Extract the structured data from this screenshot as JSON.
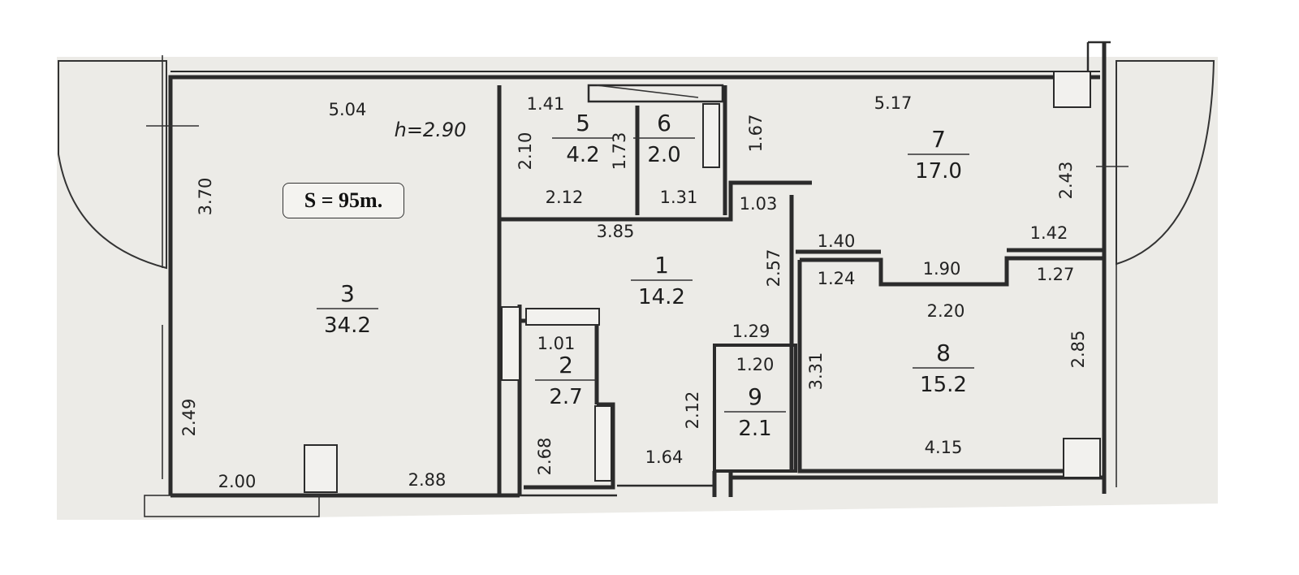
{
  "total_area": "S = 95m.",
  "ceiling_height": "h=2.90",
  "rooms": [
    {
      "number": "3",
      "area": "34.2"
    },
    {
      "number": "1",
      "area": "14.2"
    },
    {
      "number": "2",
      "area": "2.7"
    },
    {
      "number": "5",
      "area": "4.2"
    },
    {
      "number": "6",
      "area": "2.0"
    },
    {
      "number": "7",
      "area": "17.0"
    },
    {
      "number": "8",
      "area": "15.2"
    },
    {
      "number": "9",
      "area": "2.1"
    }
  ],
  "dimensions": [
    "5.04",
    "3.70",
    "2.49",
    "2.00",
    "2.88",
    "1.41",
    "2.10",
    "1.73",
    "2.12",
    "1.31",
    "1.67",
    "1.03",
    "3.85",
    "5.17",
    "2.43",
    "1.40",
    "1.42",
    "2.57",
    "1.24",
    "1.90",
    "1.27",
    "2.20",
    "3.31",
    "2.85",
    "4.15",
    "1.01",
    "2.68",
    "1.29",
    "1.20",
    "2.12",
    "1.64"
  ]
}
